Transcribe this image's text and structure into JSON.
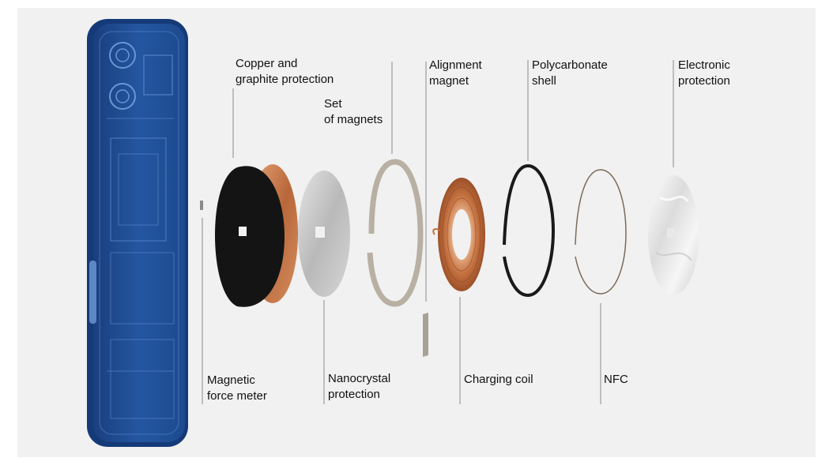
{
  "labels": {
    "copper": "Copper and\ngraphite protection",
    "magnets": "Set\nof magnets",
    "alignment": "Alignment\nmagnet",
    "polycarbonate": "Polycarbonate\nshell",
    "electronic": "Electronic\nprotection",
    "magnetic_meter": "Magnetic\nforce meter",
    "nanocrystal": "Nanocrystal\nprotection",
    "charging_coil": "Charging coil",
    "nfc": "NFC"
  },
  "colors": {
    "background": "#f1f1f1",
    "phone_blue": "#1e4f9a",
    "copper": "#c8774a",
    "leader_line": "#8a8a8a"
  }
}
